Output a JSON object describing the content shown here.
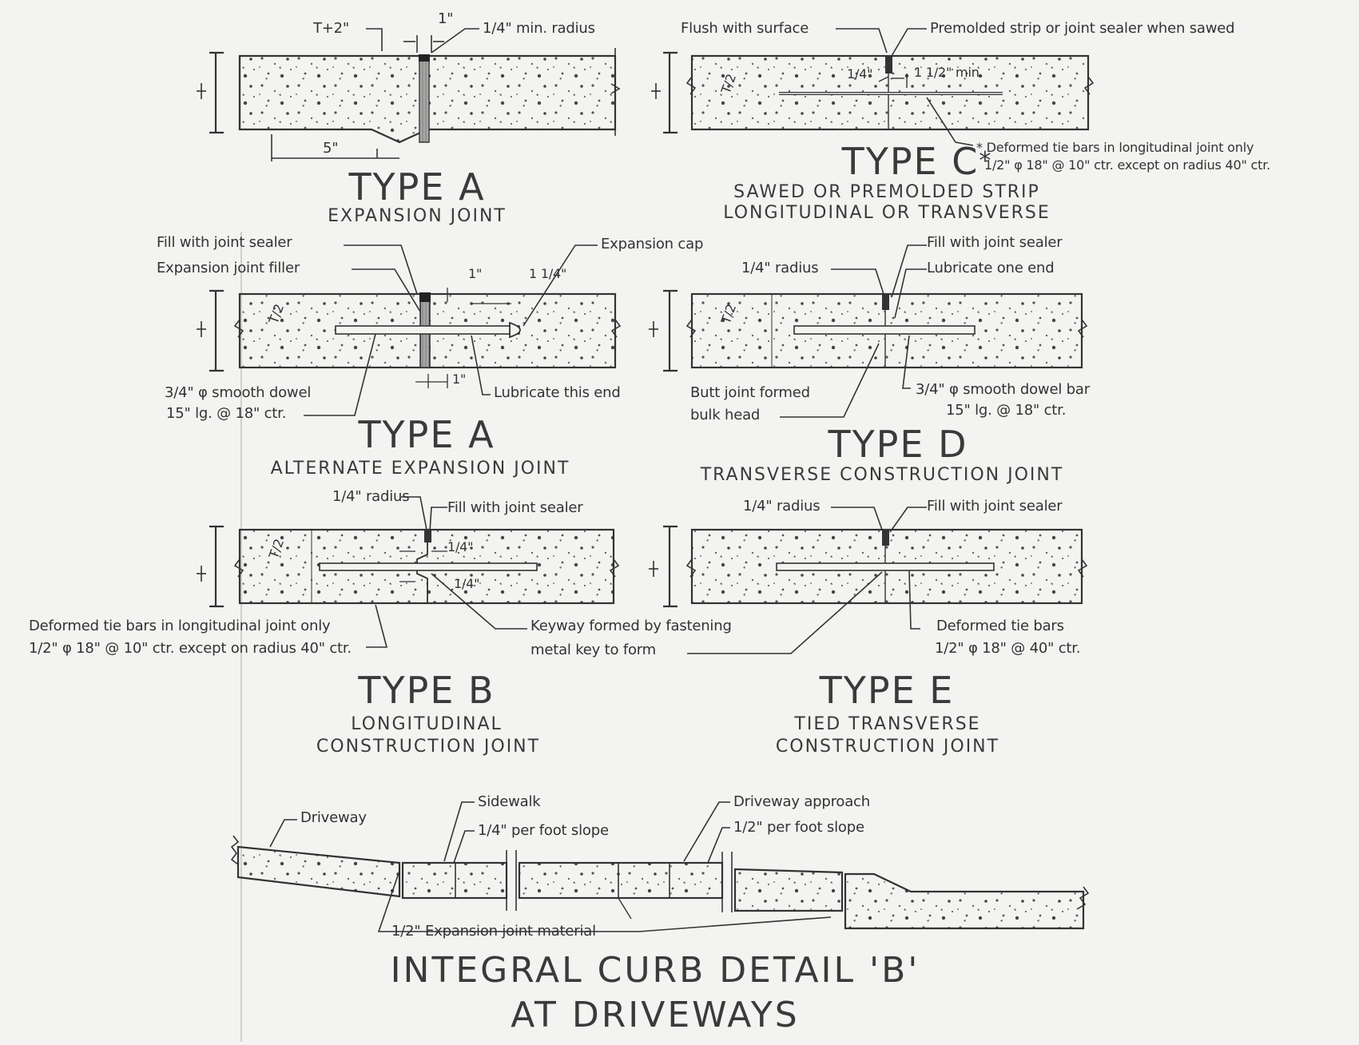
{
  "type_a_expansion": {
    "title": "TYPE A",
    "subtitle": "EXPANSION JOINT",
    "labels": {
      "t2": "T+2\"",
      "one_inch": "1\"",
      "min_radius": "1/4\" min. radius",
      "five_inch": "5\"",
      "t": "T"
    }
  },
  "type_c": {
    "title": "TYPE C",
    "star": "*",
    "subtitle_1": "SAWED OR PREMOLDED STRIP",
    "subtitle_2": "LONGITUDINAL OR TRANSVERSE",
    "labels": {
      "flush": "Flush with surface",
      "premolded": "Premolded strip or joint sealer when sawed",
      "quarter": "1/4\"",
      "one_half_min": "1 1/2\" min.",
      "t_half": "T/2",
      "t": "T",
      "tie_note_1": "* Deformed tie bars in longitudinal joint only",
      "tie_note_2": "1/2\" φ 18\" @ 10\" ctr. except on radius 40\" ctr."
    }
  },
  "type_a_alternate": {
    "title": "TYPE A",
    "subtitle": "ALTERNATE EXPANSION JOINT",
    "labels": {
      "fill_sealer": "Fill with joint sealer",
      "filler": "Expansion joint filler",
      "expansion_cap": "Expansion cap",
      "one_inch": "1\"",
      "one_quarter": "1 1/4\"",
      "dowel_1": "3/4\" φ smooth dowel",
      "dowel_2": "15\" lg. @ 18\" ctr.",
      "lubricate": "Lubricate this end",
      "one_inch_b": "1\"",
      "t_half": "T/2",
      "t": "T"
    }
  },
  "type_d": {
    "title": "TYPE D",
    "subtitle": "TRANSVERSE CONSTRUCTION JOINT",
    "labels": {
      "radius": "1/4\" radius",
      "fill_sealer": "Fill with joint sealer",
      "lubricate_one": "Lubricate one end",
      "butt_1": "Butt joint formed",
      "butt_2": "bulk head",
      "dowel_1": "3/4\" φ smooth dowel bar",
      "dowel_2": "15\" lg. @ 18\" ctr.",
      "t_half": "T/2",
      "t": "T"
    }
  },
  "type_b": {
    "title": "TYPE B",
    "subtitle_1": "LONGITUDINAL",
    "subtitle_2": "CONSTRUCTION JOINT",
    "labels": {
      "radius": "1/4\" radius",
      "fill_sealer": "Fill with joint sealer",
      "quarter_a": "1/4\"",
      "quarter_b": "1/4\"",
      "tie_note_1": "Deformed tie bars in longitudinal joint only",
      "tie_note_2": "1/2\" φ 18\" @ 10\" ctr. except on radius 40\" ctr.",
      "t_half": "T/2",
      "t": "T"
    }
  },
  "type_e": {
    "title": "TYPE E",
    "subtitle_1": "TIED TRANSVERSE",
    "subtitle_2": "CONSTRUCTION JOINT",
    "labels": {
      "radius": "1/4\" radius",
      "fill_sealer": "Fill with joint sealer",
      "tie_1": "Deformed tie bars",
      "tie_2": "1/2\" φ 18\" @ 40\" ctr.",
      "t": "T"
    }
  },
  "shared": {
    "keyway_1": "Keyway formed by fastening",
    "keyway_2": "metal key to form"
  },
  "curb_detail": {
    "title_1": "INTEGRAL CURB DETAIL 'B'",
    "title_2": "AT DRIVEWAYS",
    "labels": {
      "driveway": "Driveway",
      "sidewalk": "Sidewalk",
      "quarter_slope": "1/4\" per foot slope",
      "approach": "Driveway approach",
      "half_slope": "1/2\" per foot slope",
      "expansion_material": "1/2\" Expansion joint material"
    }
  },
  "colors": {
    "paper": "#f3f3f1",
    "ink": "#2b2b2b",
    "concrete_dot": "#555555"
  }
}
